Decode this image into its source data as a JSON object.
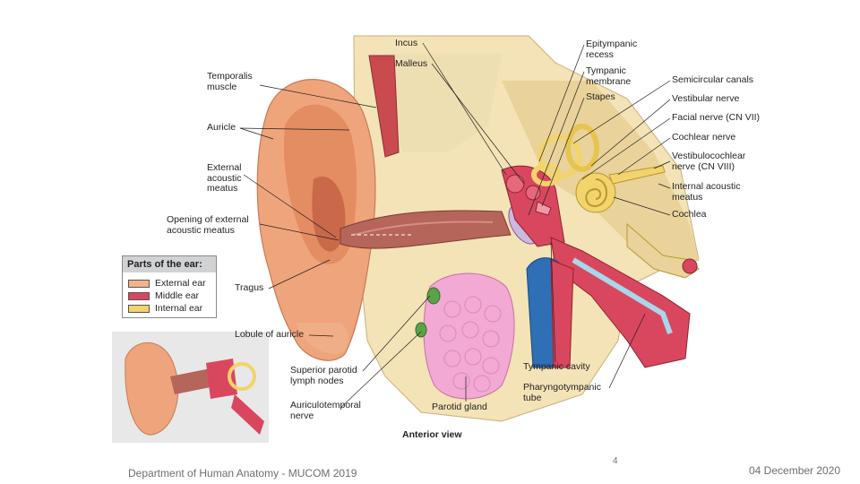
{
  "labels": {
    "incus": "Incus",
    "malleus": "Malleus",
    "epitympanic_recess": "Epitympanic\nrecess",
    "tympanic_membrane": "Tympanic\nmembrane",
    "stapes": "Stapes",
    "semicircular_canals": "Semicircular canals",
    "vestibular_nerve": "Vestibular nerve",
    "facial_nerve": "Facial nerve (CN VII)",
    "cochlear_nerve": "Cochlear nerve",
    "vestibulocochlear_nerve": "Vestibulocochlear\nnerve (CN VIII)",
    "internal_acoustic_meatus": "Internal acoustic\nmeatus",
    "cochlea": "Cochlea",
    "temporalis_muscle": "Temporalis\nmuscle",
    "auricle": "Auricle",
    "external_acoustic_meatus": "External\nacoustic\nmeatus",
    "opening_external_meatus": "Opening of external\nacoustic meatus",
    "tragus": "Tragus",
    "lobule": "Lobule of auricle",
    "superior_parotid_nodes": "Superior parotid\nlymph nodes",
    "auriculotemporal_nerve": "Auriculotemporal\nnerve",
    "parotid_gland": "Parotid gland",
    "tympanic_cavity": "Tympanic cavity",
    "pharyngotympanic_tube": "Pharyngotympanic\ntube",
    "anterior_view": "Anterior view"
  },
  "legend": {
    "title": "Parts of the ear:",
    "items": [
      {
        "label": "External ear",
        "color": "#f2b28c"
      },
      {
        "label": "Middle ear",
        "color": "#d9475e"
      },
      {
        "label": "Internal ear",
        "color": "#f3d36b"
      }
    ]
  },
  "footer": {
    "department": "Department of Human Anatomy - MUCOM 2019",
    "page_number": "4",
    "date": "04 December 2020"
  }
}
